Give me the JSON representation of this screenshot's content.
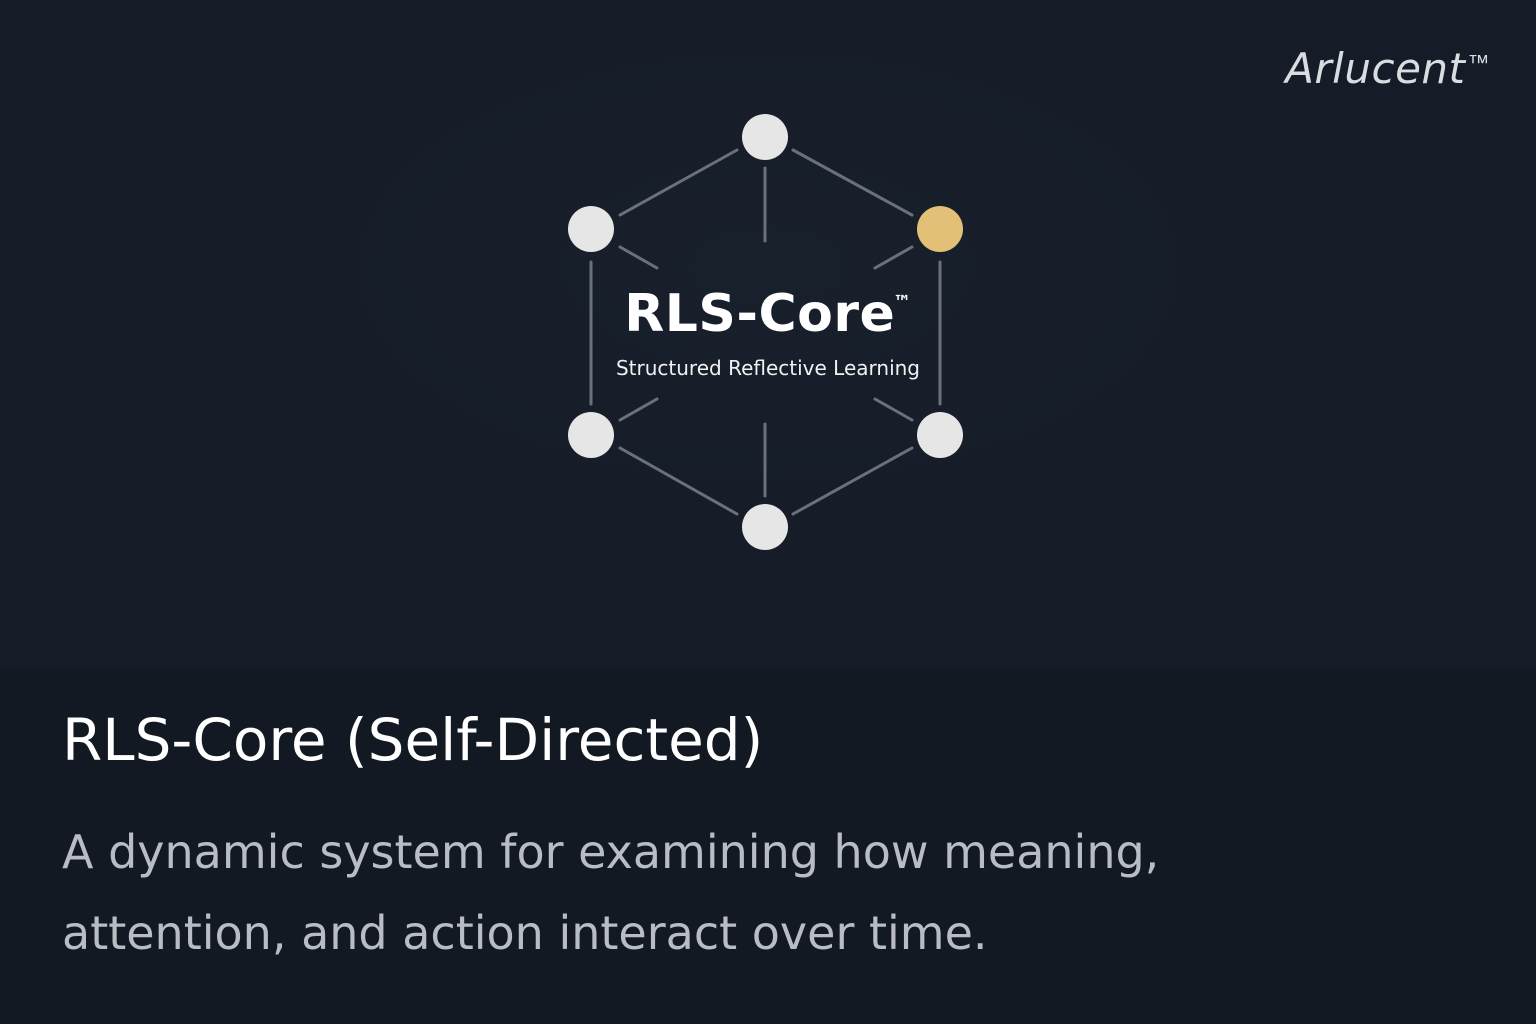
{
  "brand": {
    "name": "Arlucent",
    "mark": "™"
  },
  "logo": {
    "title": "RLS-Core",
    "mark": "™",
    "subtitle": "Structured Reflective Learning"
  },
  "card": {
    "title": "RLS-Core (Self-Directed)",
    "description": "A dynamic system for examining how meaning, attention, and action interact over time."
  },
  "colors": {
    "node": "#e6e6e6",
    "accent_node": "#e3c077",
    "line": "#6b717b",
    "background": "#161c28"
  }
}
